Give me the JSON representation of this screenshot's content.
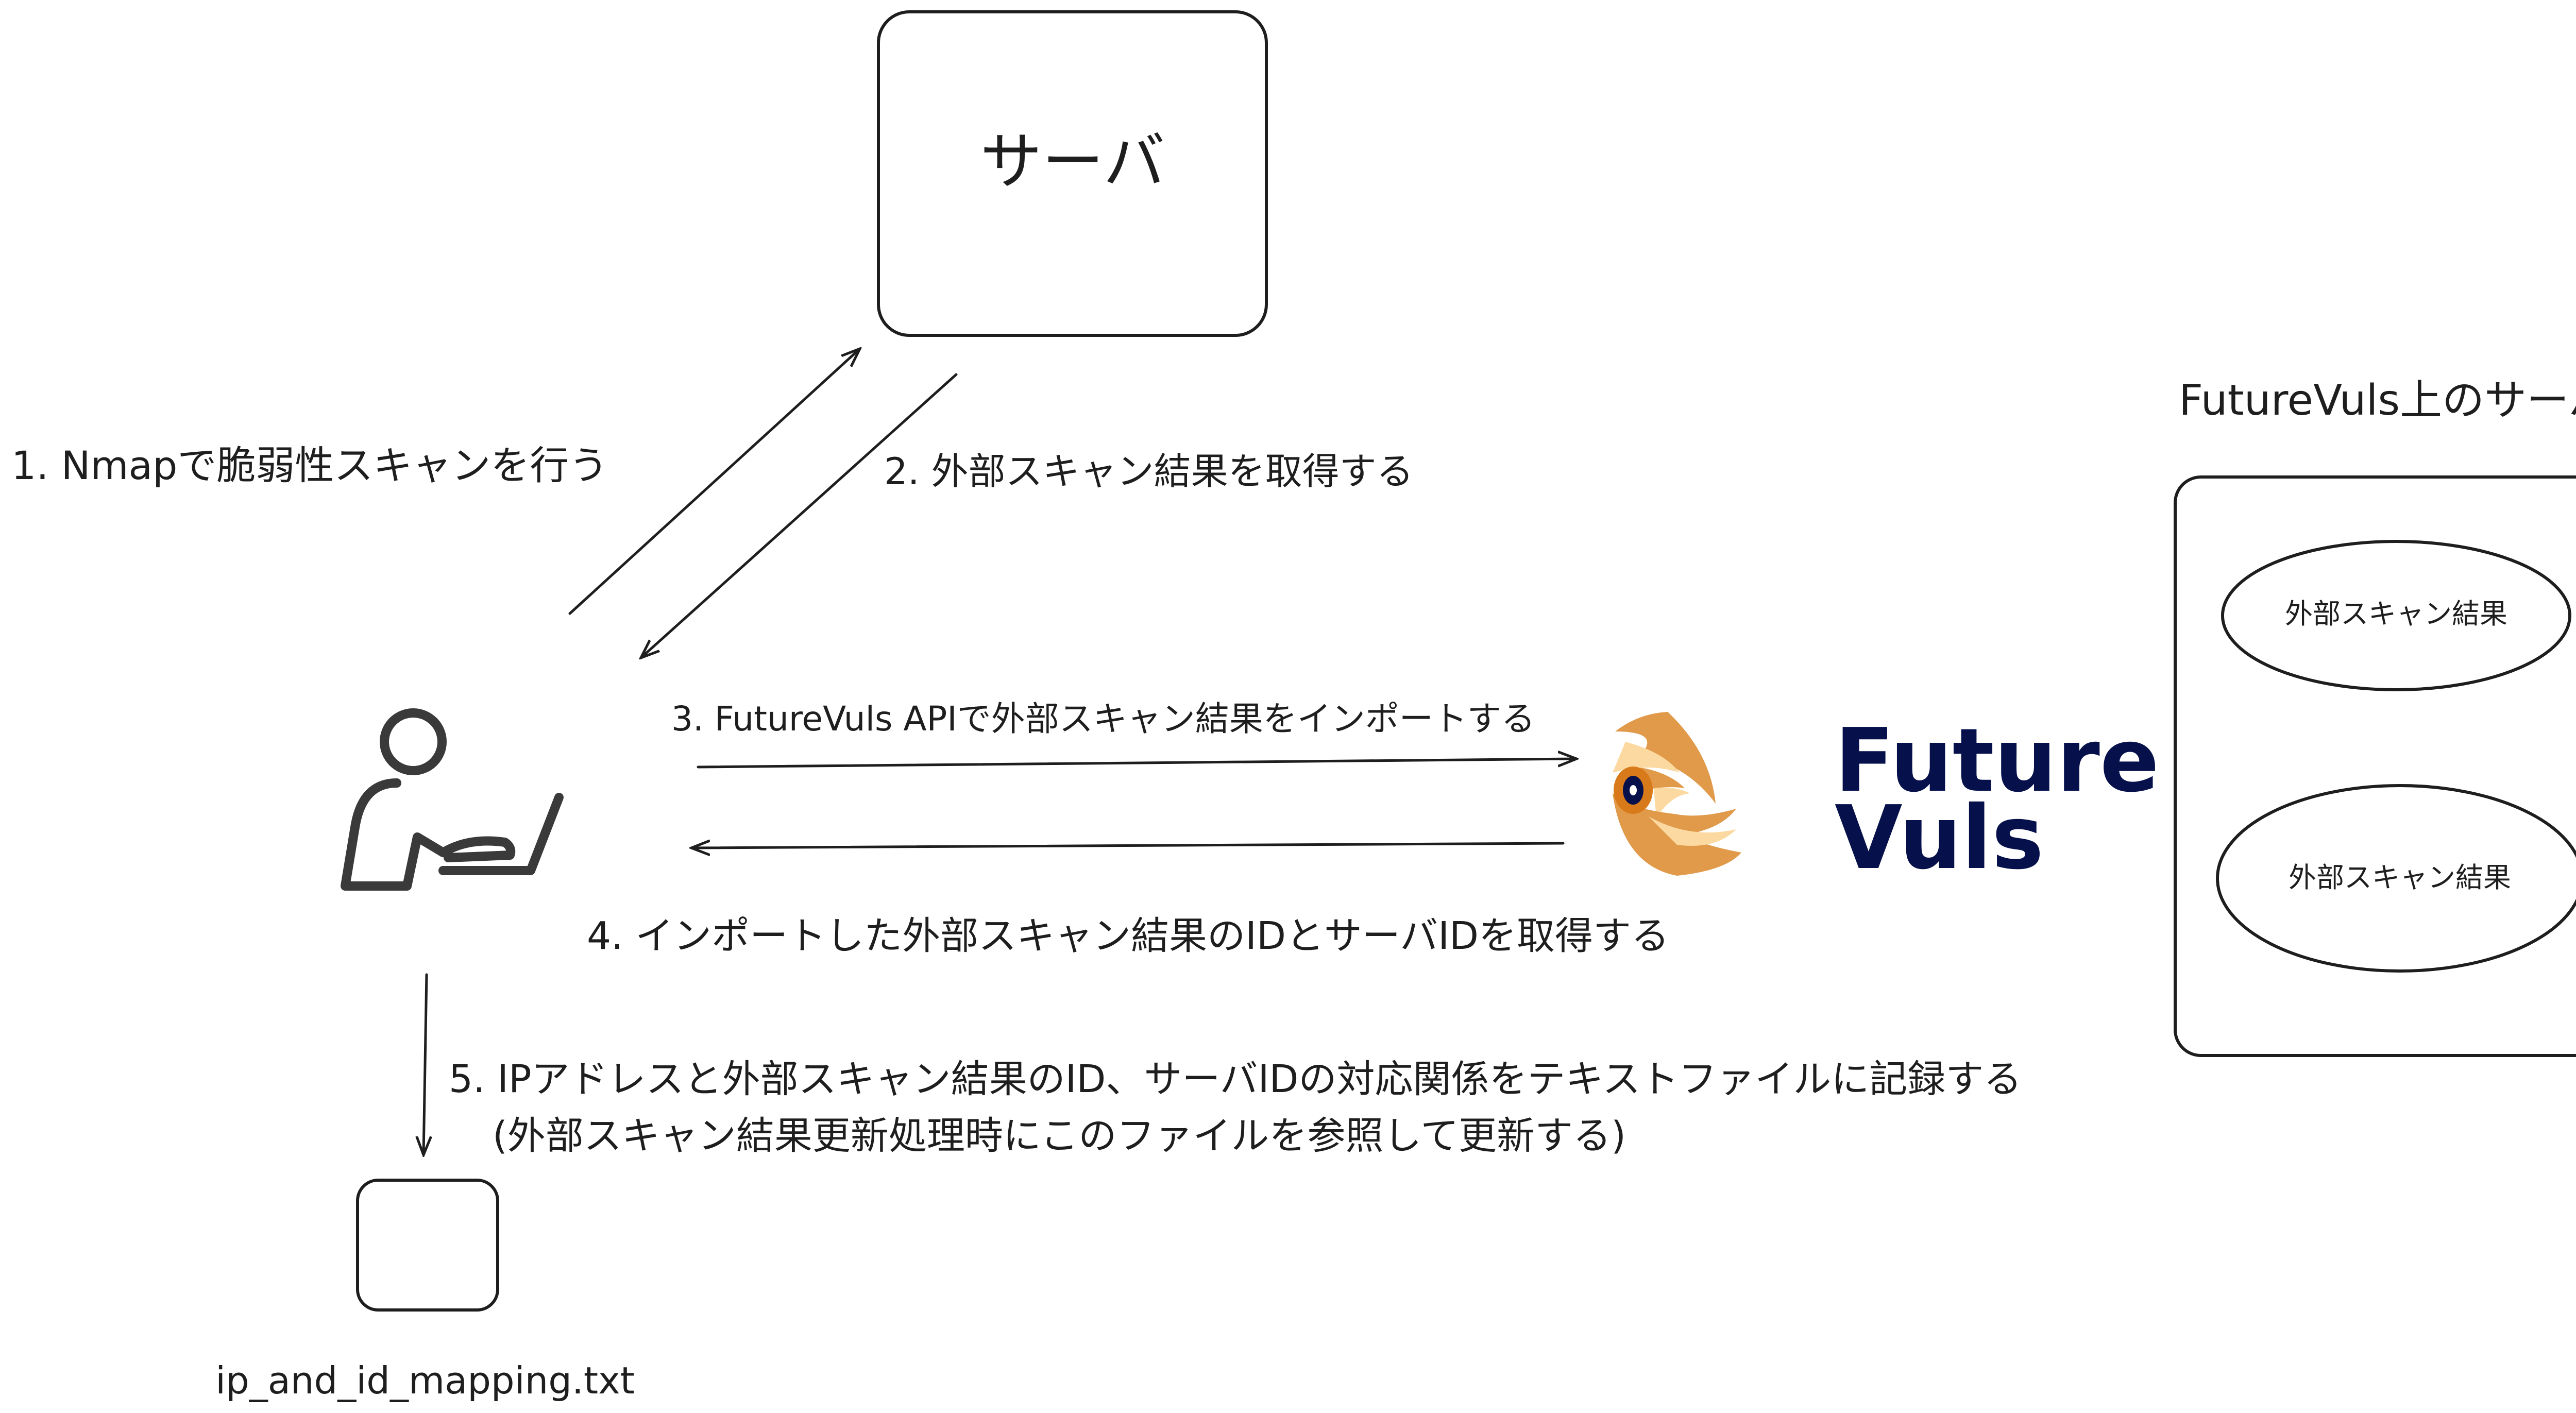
{
  "server": {
    "label": "サーバ"
  },
  "steps": {
    "step1": "1. Nmapで脆弱性スキャンを行う",
    "step2": "2. 外部スキャン結果を取得する",
    "step3": "3. FutureVuls APIで外部スキャン結果をインポートする",
    "step4": "4. インポートした外部スキャン結果のIDとサーバIDを取得する",
    "step5_line1": "5. IPアドレスと外部スキャン結果のID、サーバIDの対応関係をテキストファイルに記録する",
    "step5_line2": "(外部スキャン結果更新処理時にこのファイルを参照して更新する)"
  },
  "file": {
    "name": "ip_and_id_mapping.txt"
  },
  "logo": {
    "line1": "Future",
    "line2": "Vuls",
    "text_color": "#06104a",
    "orange": "#e09a4a",
    "light": "#fcd9a0",
    "iris": "#d97a1a"
  },
  "futurevuls_server": {
    "title": "FutureVuls上のサーバ",
    "results": [
      "外部スキャン結果",
      "外部スキャン結果"
    ]
  }
}
